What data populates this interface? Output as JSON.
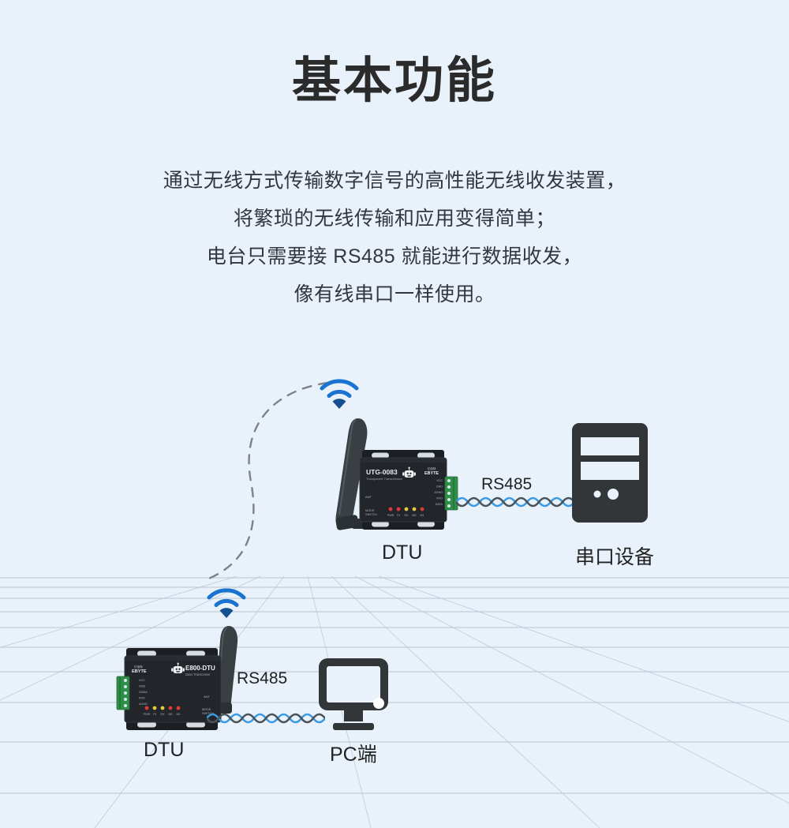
{
  "header": {
    "title": "基本功能",
    "description_lines": [
      "通过无线方式传输数字信号的高性能无线收发装置，",
      "将繁琐的无线传输和应用变得简单；",
      "电台只需要接 RS485 就能进行数据收发，",
      "像有线串口一样使用。"
    ]
  },
  "colors": {
    "background": "#e9f2fb",
    "title_text": "#2b2b2b",
    "body_text": "#33373d",
    "device_body": "#22262b",
    "device_panel": "#2e3338",
    "terminal_green": "#2f8f4a",
    "wifi_blue": "#1a73d0",
    "wifi_blue_dark": "#14508f",
    "cable_blue": "#3b9ae1",
    "cable_dark": "#4b5258",
    "icon_dark": "#323639",
    "grid_line": "#b9c6d4",
    "dash_line": "#7d8286"
  },
  "diagram": {
    "top_node": {
      "device_label": "DTU",
      "device_model": "UTG-0083",
      "device_subtitle": "Transparent Transmission",
      "brand": "EBYTE",
      "brand_mark": "亿佰特",
      "antenna_label": "ANT",
      "mode_label_1": "MODE",
      "mode_label_2": "SWITCH",
      "terminals": [
        "VCC",
        "GND",
        "AGND",
        "RXD",
        "DATA"
      ],
      "leds": [
        {
          "label": "PWR",
          "color": "#e03a36"
        },
        {
          "label": "TX",
          "color": "#e03a36"
        },
        {
          "label": "RX",
          "color": "#e7c93c"
        },
        {
          "label": "M0",
          "color": "#e7c93c"
        },
        {
          "label": "M1",
          "color": "#e03a36"
        }
      ],
      "cable_label": "RS485",
      "peer_label": "串口设备",
      "peer_type": "pc-tower"
    },
    "bottom_node": {
      "device_label": "DTU",
      "device_model": "E800-DTU",
      "device_subtitle": "Data Transceiver",
      "brand": "EBYTE",
      "brand_mark": "亿佰特",
      "antenna_label": "ANT",
      "mode_label_1": "MODE",
      "mode_label_2": "SWITCH",
      "terminals": [
        "VCC",
        "GND",
        "GNDA",
        "RXD",
        "AGND"
      ],
      "leds": [
        {
          "label": "PWR",
          "color": "#e03a36"
        },
        {
          "label": "TX",
          "color": "#e7c93c"
        },
        {
          "label": "RX",
          "color": "#e7c93c"
        },
        {
          "label": "M0",
          "color": "#e03a36"
        },
        {
          "label": "M1",
          "color": "#e03a36"
        }
      ],
      "cable_label": "RS485",
      "peer_label": "PC端",
      "peer_type": "monitor"
    },
    "wireless_link": "dashed-curve"
  }
}
